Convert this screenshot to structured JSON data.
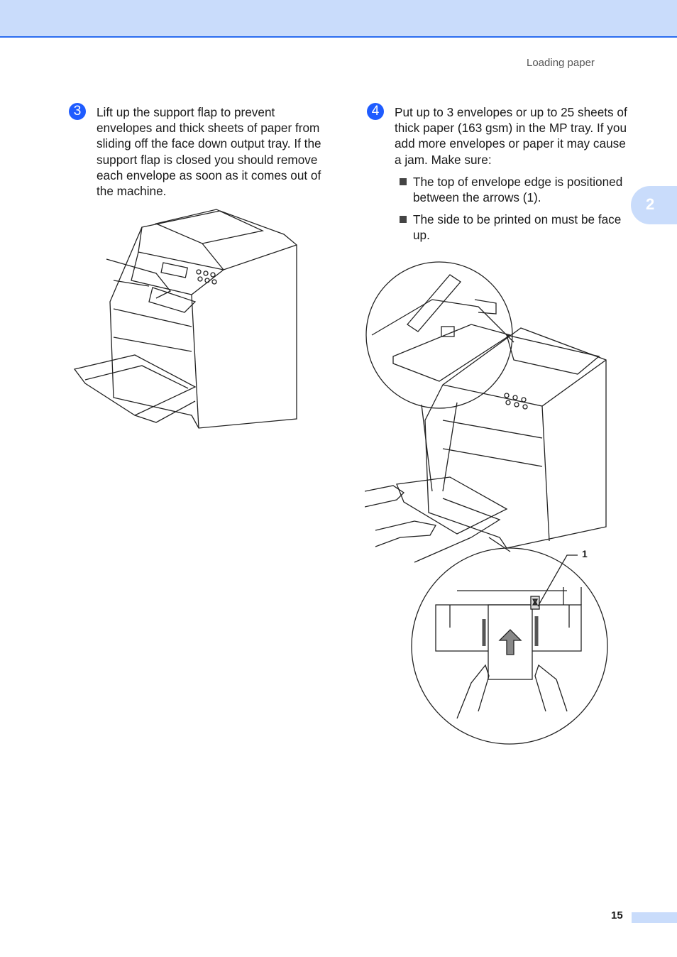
{
  "header": {
    "section_title": "Loading paper"
  },
  "chapter_tab": {
    "number": "2"
  },
  "step3": {
    "number": "3",
    "text": "Lift up the support flap to prevent envelopes and thick sheets of paper from sliding off the face down output tray. If the support flap is closed you should remove each envelope as soon as it comes out of the machine."
  },
  "step4": {
    "number": "4",
    "text": "Put up to 3 envelopes or up to 25 sheets of thick paper (163 gsm) in the MP tray. If you add more envelopes or paper it may cause a jam. Make sure:",
    "bullets": [
      "The top of envelope edge is positioned between the arrows (1).",
      "The side to be printed on must be face up."
    ]
  },
  "figure2": {
    "callout": "1"
  },
  "footer": {
    "page_number": "15"
  }
}
